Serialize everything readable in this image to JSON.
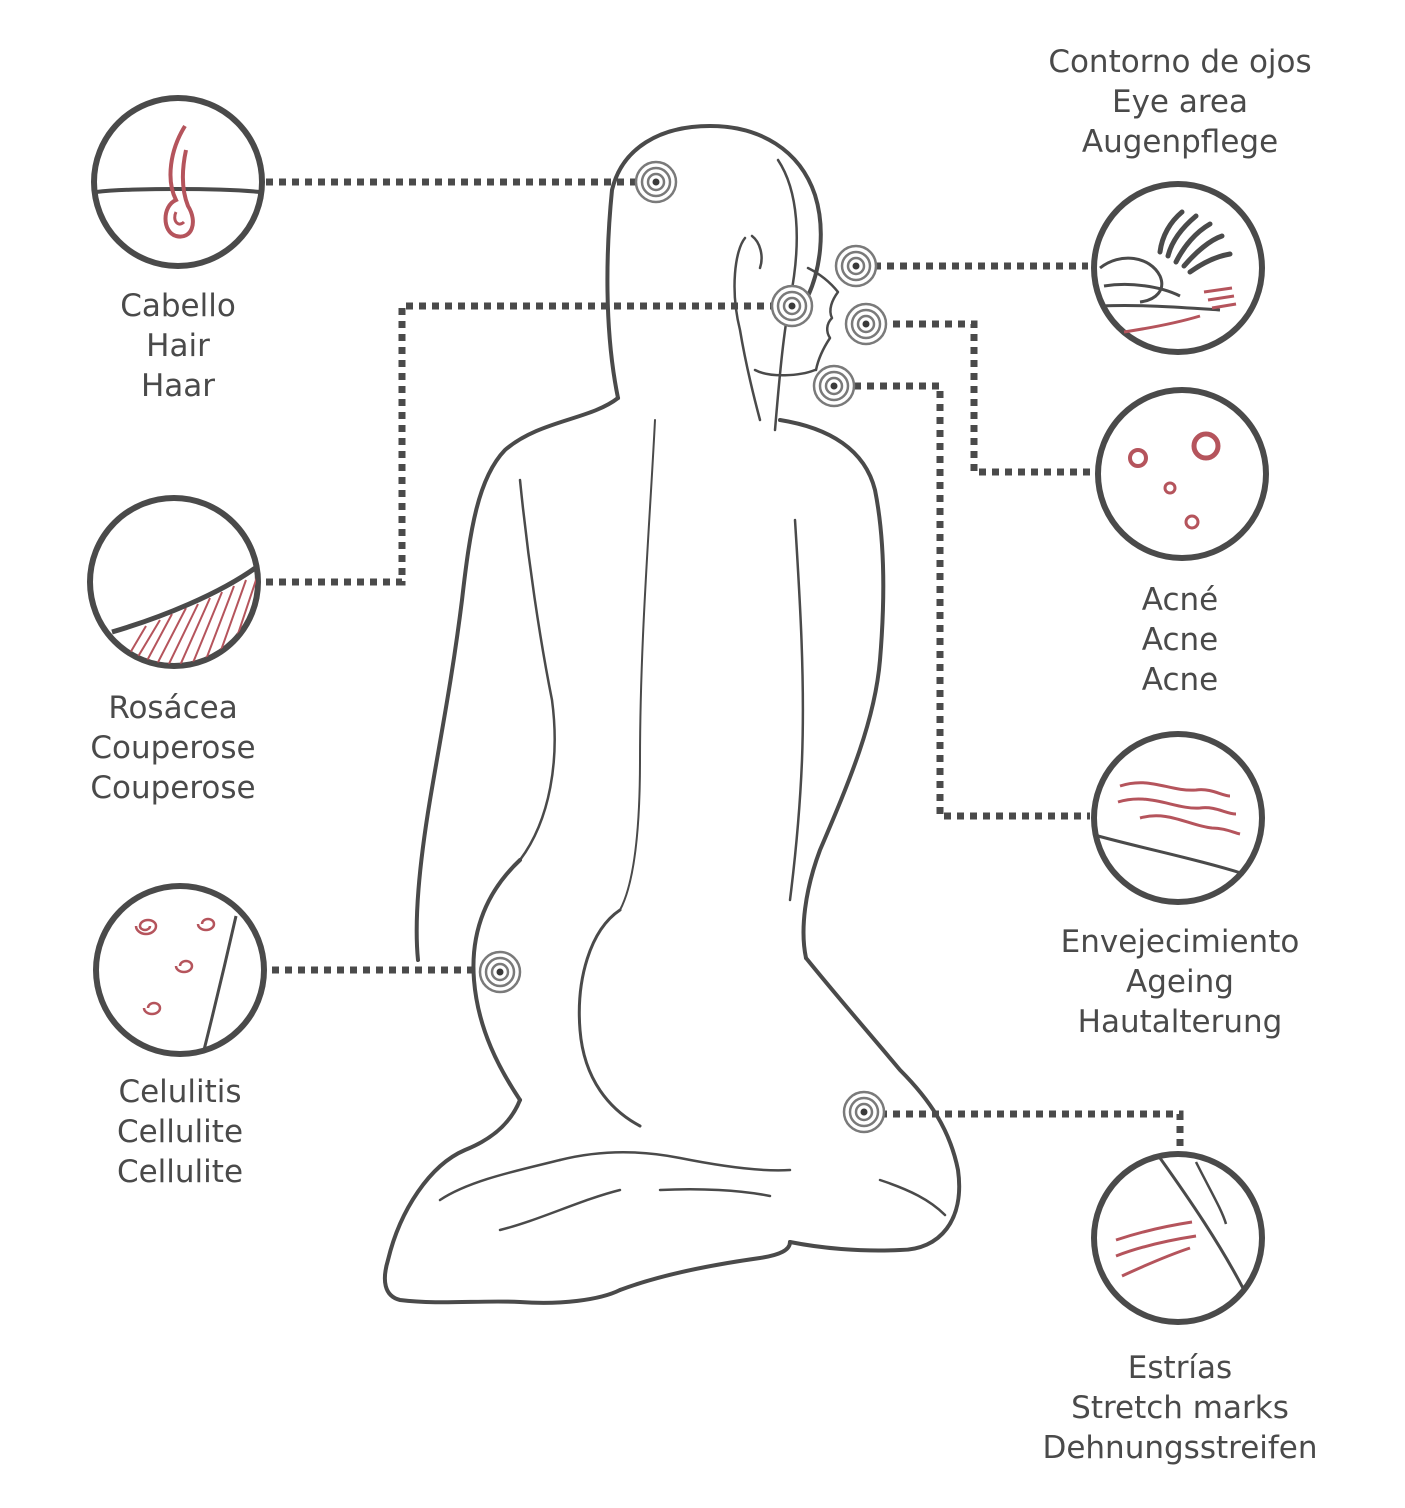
{
  "colors": {
    "outline": "#4a4a4a",
    "accent": "#b5545c",
    "text": "#4a4a4a",
    "marker": "#7a7a7a"
  },
  "labels": {
    "hair": [
      "Cabello",
      "Hair",
      "Haar"
    ],
    "rosacea": [
      "Rosácea",
      "Couperose",
      "Couperose"
    ],
    "cellulite": [
      "Celulitis",
      "Cellulite",
      "Cellulite"
    ],
    "eye": [
      "Contorno de ojos",
      "Eye area",
      "Augenpflege"
    ],
    "acne": [
      "Acné",
      "Acne",
      "Acne"
    ],
    "ageing": [
      "Envejecimiento",
      "Ageing",
      "Hautalterung"
    ],
    "stretch": [
      "Estrías",
      "Stretch marks",
      "Dehnungsstreifen"
    ]
  },
  "icons": {
    "hair": "hair-follicle-icon",
    "rosacea": "rosacea-skin-icon",
    "cellulite": "cellulite-icon",
    "eye": "eye-area-icon",
    "acne": "acne-icon",
    "ageing": "ageing-wrinkles-icon",
    "stretch": "stretch-marks-icon",
    "marker": "target-marker-icon"
  }
}
